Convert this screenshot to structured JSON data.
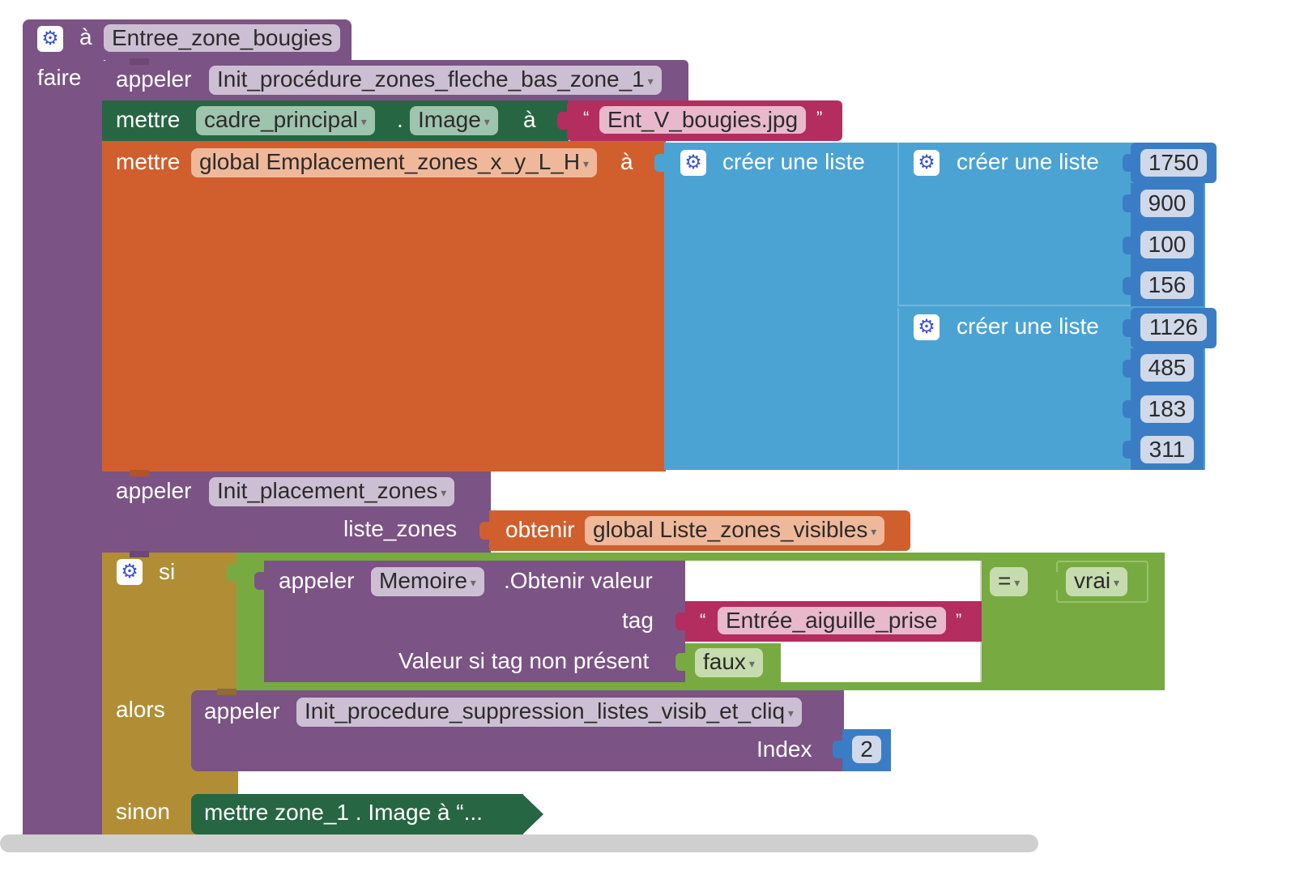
{
  "procedure": {
    "to_label": "à",
    "name": "Entree_zone_bougies",
    "do_label": "faire"
  },
  "call1": {
    "label": "appeler",
    "name": "Init_procédure_zones_fleche_bas_zone_1"
  },
  "set_image": {
    "label": "mettre",
    "component": "cadre_principal",
    "dot": ".",
    "property": "Image",
    "to": "à",
    "string_open": "“",
    "value": "Ent_V_bougies.jpg",
    "string_close": "”"
  },
  "set_global": {
    "label": "mettre",
    "variable": "global Emplacement_zones_x_y_L_H",
    "to": "à",
    "outer_list_label": "créer une liste",
    "inner_list_label_1": "créer une liste",
    "inner_list_label_2": "créer une liste",
    "list1": [
      "1750",
      "900",
      "100",
      "156"
    ],
    "list2": [
      "1126",
      "485",
      "183",
      "311"
    ]
  },
  "call2": {
    "label": "appeler",
    "name": "Init_placement_zones",
    "param_label": "liste_zones",
    "get_label": "obtenir",
    "get_var": "global Liste_zones_visibles"
  },
  "if_block": {
    "if_label": "si",
    "then_label": "alors",
    "else_label": "sinon",
    "call_label": "appeler",
    "component": "Memoire",
    "method": ".Obtenir valeur",
    "tag_label": "tag",
    "tag_open": "“",
    "tag_value": "Entrée_aiguille_prise",
    "tag_close": "”",
    "default_label": "Valeur si tag non présent",
    "default_value": "faux",
    "operator": "=",
    "compare_value": "vrai",
    "then_call_label": "appeler",
    "then_call_name": "Init_procedure_suppression_listes_visib_et_cliq",
    "index_label": "Index",
    "index_value": "2",
    "else_text": "mettre  zone_1 . Image  à “..."
  },
  "colors": {
    "procedure": "#7b5384",
    "set_component": "#266643",
    "text": "#b32d5e",
    "variable": "#d05f2d",
    "list": "#4ba3d3",
    "control": "#b18e35",
    "logic": "#77ab41"
  },
  "icons": {
    "mutator": "gear-icon"
  }
}
